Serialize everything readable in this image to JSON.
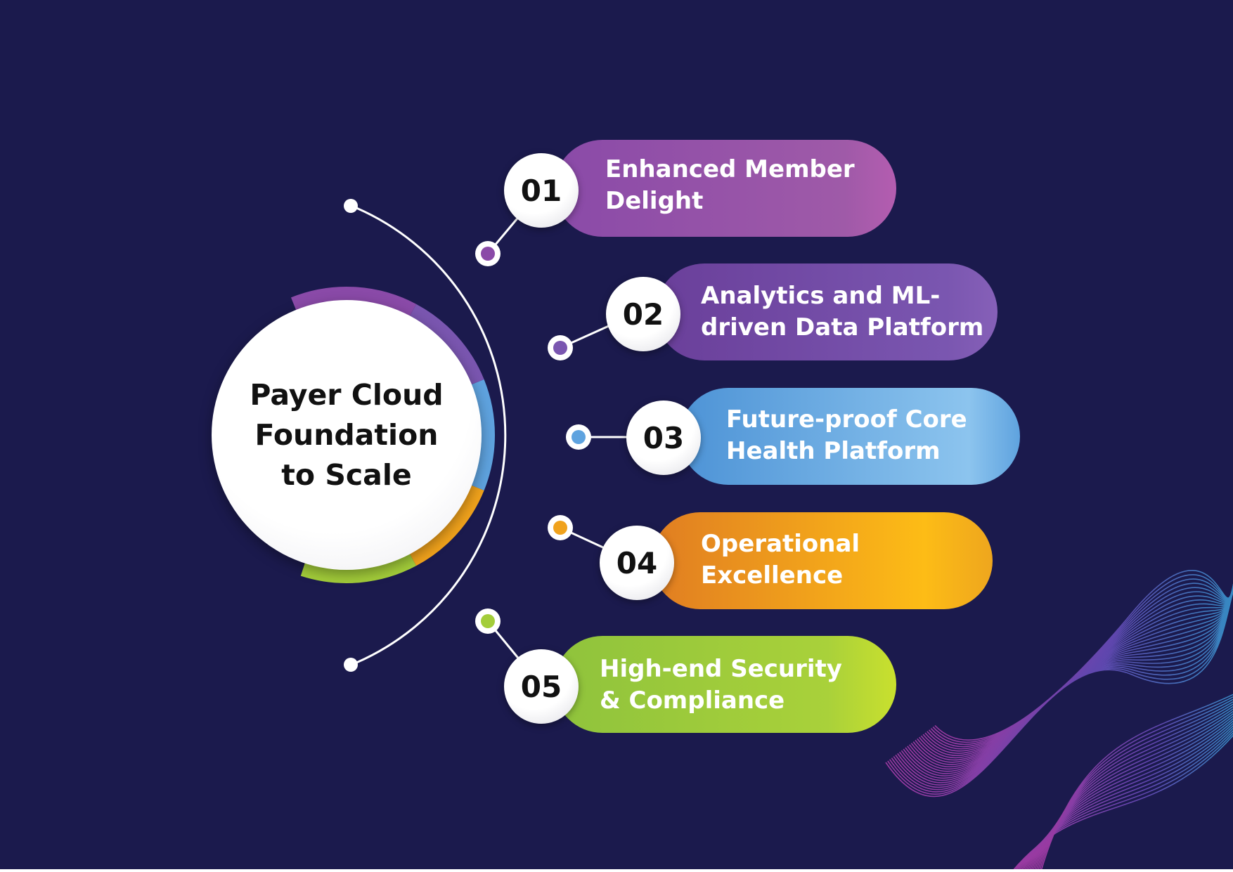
{
  "center": {
    "title": "Payer Cloud\nFoundation\nto Scale"
  },
  "items": [
    {
      "number": "01",
      "label": "Enhanced Member\nDelight",
      "color": "#8a4aa8"
    },
    {
      "number": "02",
      "label": "Analytics and ML-\ndriven Data Platform",
      "color": "#7a56b0"
    },
    {
      "number": "03",
      "label": "Future-proof Core\nHealth Platform",
      "color": "#5fa3df"
    },
    {
      "number": "04",
      "label": "Operational\nExcellence",
      "color": "#f0a21c"
    },
    {
      "number": "05",
      "label": "High-end Security\n& Compliance",
      "color": "#a3cd3a"
    }
  ],
  "colors": {
    "background": "#1b1a4d",
    "connector": "#ffffff"
  }
}
